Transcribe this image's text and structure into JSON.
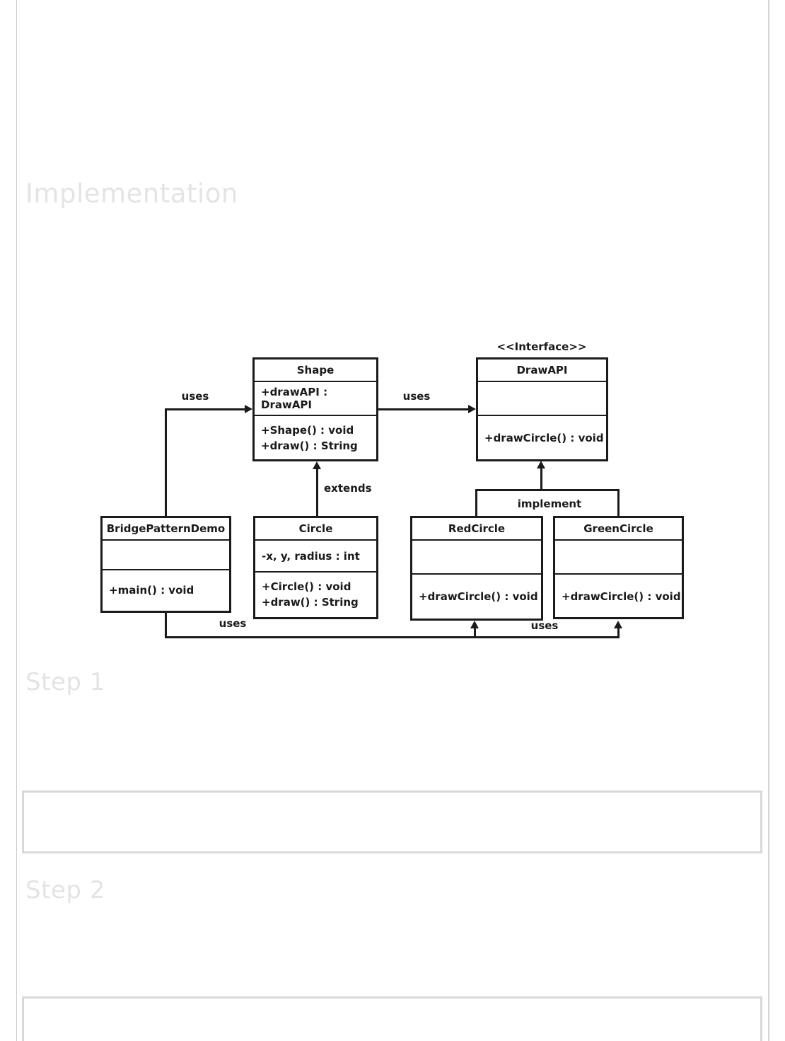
{
  "page": {
    "background": "#ffffff",
    "left_border_color": "#cccccc",
    "right_border_color": "#d4d4d4",
    "content_box_border_color": "#d9d9d9"
  },
  "headings": {
    "implementation": "Implementation",
    "step_1": "Step 1",
    "step_2": "Step 2",
    "color": "#e4e4e4"
  },
  "diagram": {
    "line_color": "#1b1b1b",
    "classes": {
      "shape": {
        "name": "Shape",
        "attributes": [
          "+drawAPI : DrawAPI"
        ],
        "methods": [
          "+Shape() : void",
          "+draw() : String"
        ]
      },
      "drawapi": {
        "stereotype": "<<Interface>>",
        "name": "DrawAPI",
        "attributes": [],
        "methods": [
          "+drawCircle() : void"
        ]
      },
      "bridge_pattern_demo": {
        "name": "BridgePatternDemo",
        "attributes": [],
        "methods": [
          "+main() : void"
        ]
      },
      "circle": {
        "name": "Circle",
        "attributes": [
          "-x, y, radius : int"
        ],
        "methods": [
          "+Circle() : void",
          "+draw() : String"
        ]
      },
      "red_circle": {
        "name": "RedCircle",
        "attributes": [],
        "methods": [
          "+drawCircle() : void"
        ]
      },
      "green_circle": {
        "name": "GreenCircle",
        "attributes": [],
        "methods": [
          "+drawCircle() : void"
        ]
      }
    },
    "relationships": {
      "uses_demo_to_shape": "uses",
      "uses_shape_to_drawapi": "uses",
      "extends_circle_to_shape": "extends",
      "implement_to_drawapi": "implement",
      "uses_bottom_left": "uses",
      "uses_bottom_right": "uses"
    }
  }
}
